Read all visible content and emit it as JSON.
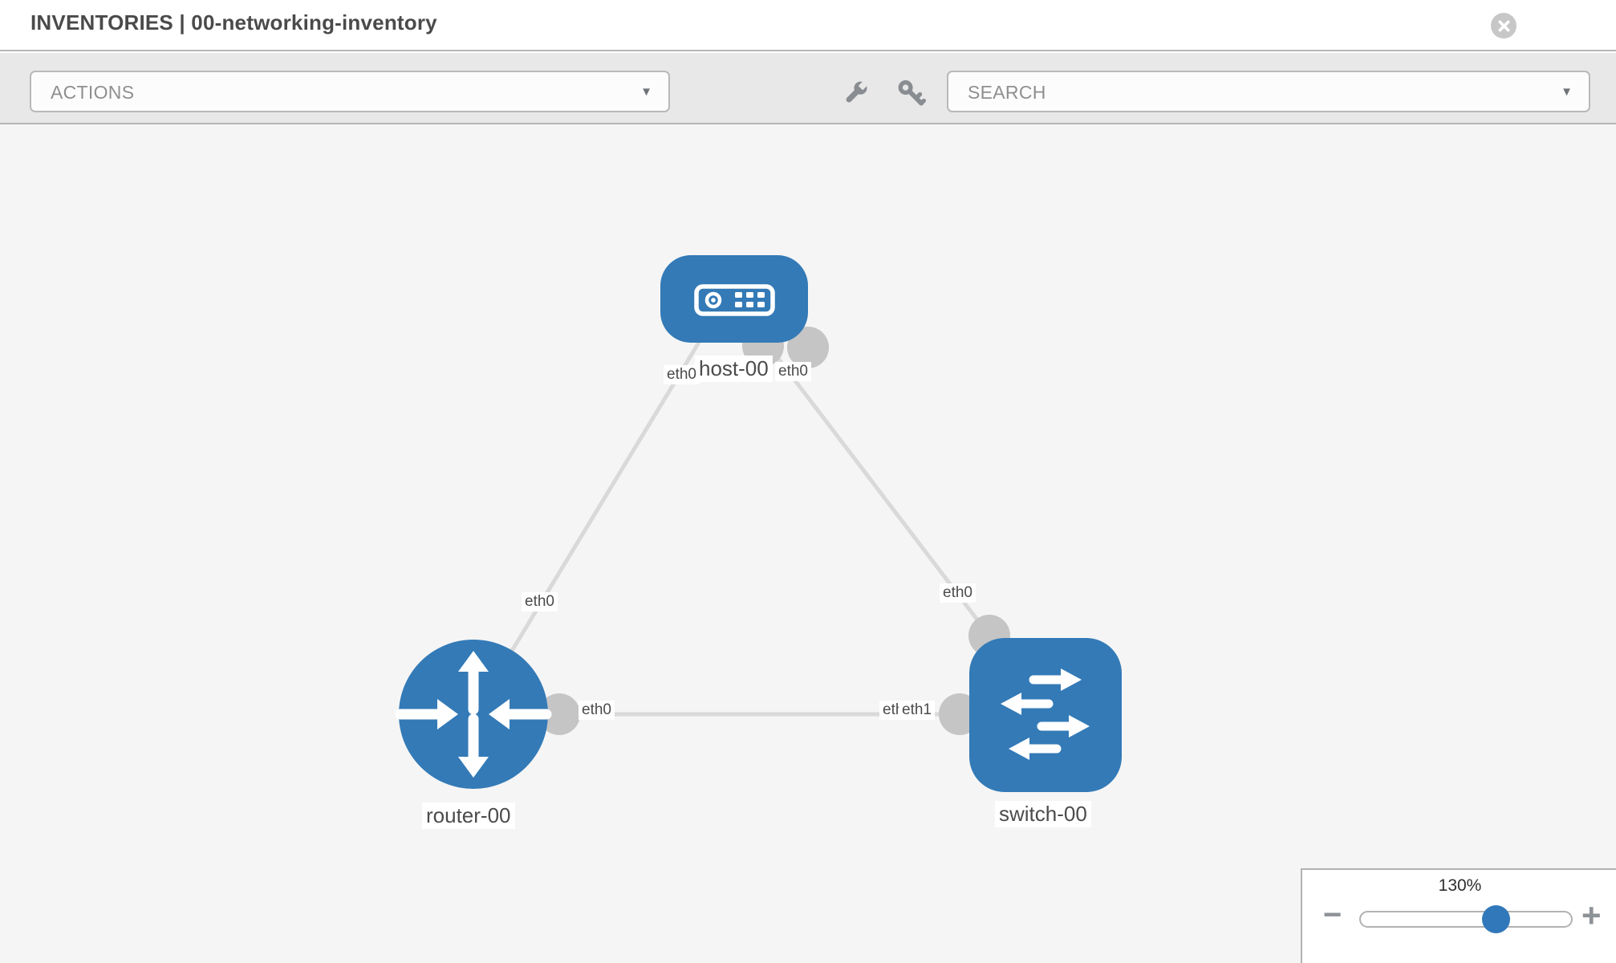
{
  "header": {
    "title": "INVENTORIES | 00-networking-inventory"
  },
  "toolbar": {
    "actions_label": "ACTIONS",
    "search_label": "SEARCH"
  },
  "topology": {
    "nodes": [
      {
        "type": "host",
        "label": "host-00"
      },
      {
        "type": "router",
        "label": "router-00"
      },
      {
        "type": "switch",
        "label": "switch-00"
      }
    ],
    "links": [
      {
        "from": "host-00",
        "to": "router-00",
        "from_interface": "eth0",
        "to_interface": "eth0"
      },
      {
        "from": "host-00",
        "to": "switch-00",
        "from_interface": "eth0",
        "to_interface": "eth0"
      },
      {
        "from": "router-00",
        "to": "switch-00",
        "from_interface": "eth0",
        "to_interface": "eth1"
      }
    ],
    "chips": [
      {
        "id": "host-side-of-router-link",
        "text": "eth0"
      },
      {
        "id": "host-side-of-switch-link",
        "text": "eth0"
      },
      {
        "id": "router-side-of-host-link",
        "text": "eth0"
      },
      {
        "id": "router-side-of-switch-link",
        "text": "eth0"
      },
      {
        "id": "switch-side-of-host-link",
        "text": "eth0"
      },
      {
        "id": "switch-side-of-router-link-under",
        "text": "eth0"
      },
      {
        "id": "switch-side-of-router-link-over",
        "text": "eth1"
      }
    ]
  },
  "zoom_control": {
    "level": "130%",
    "minus": "−",
    "plus": "+"
  },
  "colors": {
    "node_blue": "#337ab7",
    "link_gray": "#d9d9d9",
    "connector_gray": "#c5c5c5",
    "slider_blue": "#3178ba",
    "toolbar_gray": "#e8e8e8",
    "canvas_gray": "#f5f5f5"
  }
}
